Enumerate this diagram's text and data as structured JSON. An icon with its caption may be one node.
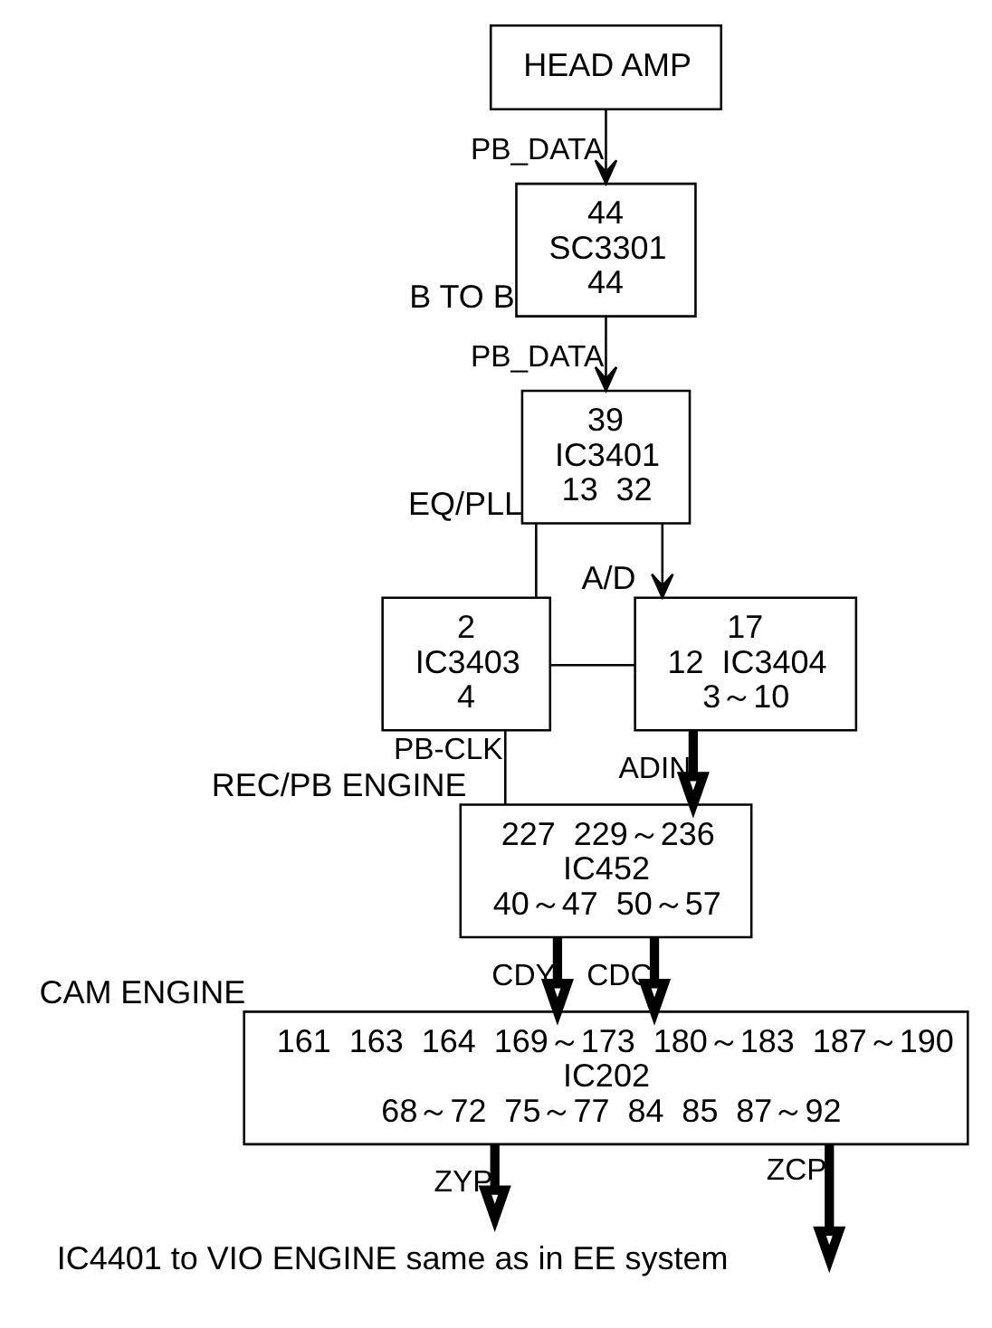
{
  "diagram": {
    "nodes": [
      {
        "text": [
          "HEAD AMP"
        ]
      },
      {
        "text": [
          "44",
          "SC3301",
          "44"
        ],
        "beside": [
          "B TO B"
        ]
      },
      {
        "text": [
          "39",
          "IC3401",
          "13",
          "32"
        ],
        "beside": [
          "EQ/PLL"
        ]
      },
      {
        "text": [
          "2",
          "IC3403",
          "4"
        ]
      },
      {
        "text": [
          "17",
          "12",
          "IC3404",
          "3～10"
        ],
        "beside": [
          "A/D"
        ]
      },
      {
        "text": [
          "227",
          "229～236",
          "IC452",
          "40～47",
          "50～57"
        ],
        "beside": [
          "REC/PB ENGINE"
        ]
      },
      {
        "text": [
          "161",
          "163",
          "164",
          "169～173",
          "180～183",
          "187～190",
          "IC202",
          "68～72",
          "75～77",
          "84",
          "85",
          "87～92"
        ],
        "beside": [
          "CAM ENGINE"
        ]
      },
      {
        "text": [
          "IC4401 to VIO ENGINE same as in EE system"
        ]
      }
    ],
    "edges": [
      {
        "from": 0,
        "to": 1,
        "arrow": "to",
        "label": "PB_DATA"
      },
      {
        "from": 1,
        "to": 2,
        "arrow": "to",
        "label": "PB_DATA"
      },
      {
        "from": 2,
        "to": 3,
        "arrow": "none"
      },
      {
        "from": 2,
        "to": 4,
        "arrow": "to"
      },
      {
        "from": 3,
        "to": 5,
        "arrow": "none",
        "label": "PB-CLK"
      },
      {
        "from": 3,
        "to": 4,
        "arrow": "none"
      },
      {
        "from": 4,
        "to": 5,
        "arrow": "to",
        "label": "ADIN",
        "style": "thick"
      },
      {
        "from": 5,
        "to": 6,
        "arrow": "to",
        "label": "CDY",
        "style": "thick"
      },
      {
        "from": 5,
        "to": 6,
        "arrow": "to",
        "label": "CDC",
        "style": "thick"
      },
      {
        "from": 6,
        "to": 7,
        "arrow": "to",
        "label": "ZYP",
        "style": "thick"
      },
      {
        "from": 6,
        "to": null,
        "arrow": "to",
        "label": "ZCP",
        "style": "thick"
      }
    ]
  }
}
